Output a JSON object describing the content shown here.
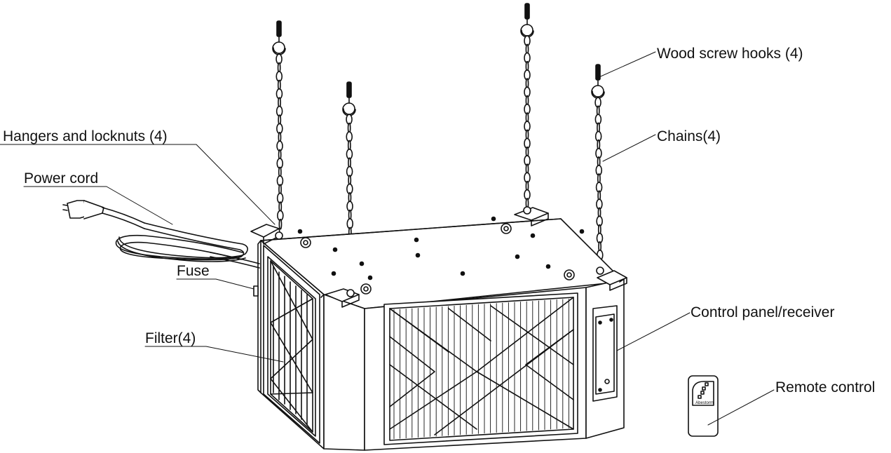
{
  "callouts": {
    "wood_screw_hooks": "Wood screw hooks (4)",
    "chains": "Chains(4)",
    "hangers_and_locknuts": "Hangers and locknuts (4)",
    "power_cord": "Power cord",
    "fuse": "Fuse",
    "filter": "Filter(4)",
    "control_panel": "Control panel/receiver",
    "remote_control": "Remote control"
  },
  "remote": {
    "brand": "Abestorm"
  },
  "colors": {
    "line": "#111111",
    "body_fill": "#ffffff",
    "filter_fill": "#ffffff"
  }
}
